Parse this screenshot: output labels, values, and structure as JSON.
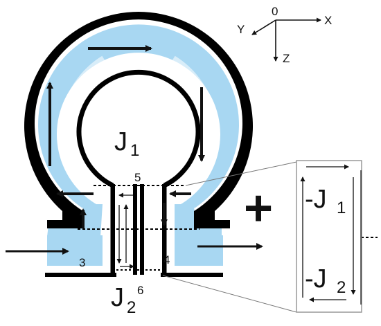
{
  "axes": {
    "origin": "0",
    "x": "X",
    "y": "Y",
    "z": "Z"
  },
  "labels": {
    "j1": "J",
    "j1_sub": "1",
    "j2": "J",
    "j2_sub": "2",
    "neg_j1": "-J",
    "neg_j1_sub": "1",
    "neg_j2": "-J",
    "neg_j2_sub": "2",
    "plus": "+",
    "port3": "3",
    "port4": "4",
    "port5": "5",
    "port6": "6"
  },
  "colors": {
    "ring": "#000000",
    "current_fill": "#a8d7f2",
    "background": "#ffffff"
  }
}
